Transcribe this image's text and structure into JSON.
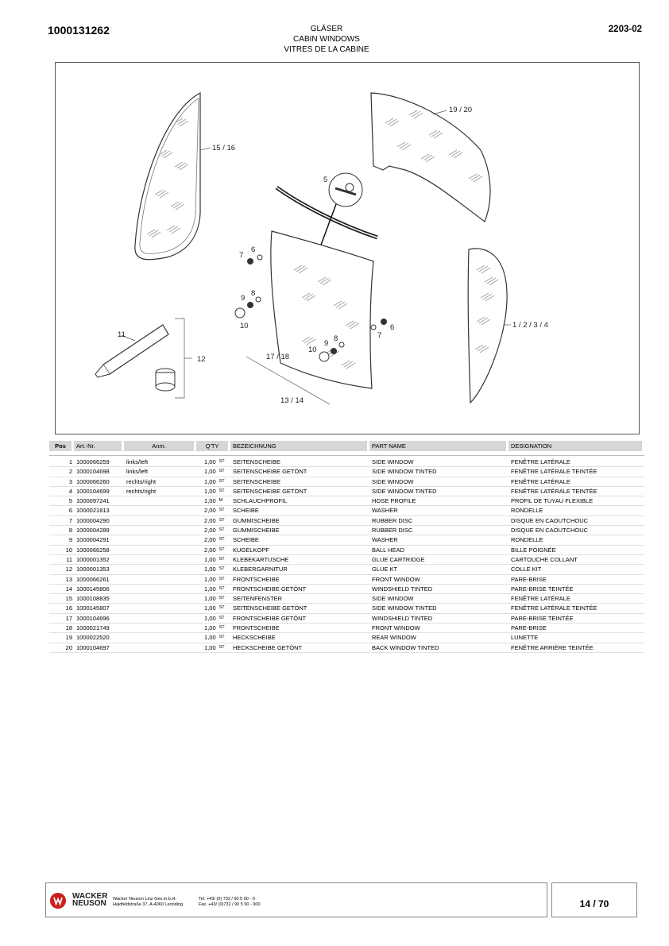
{
  "header": {
    "doc_number": "1000131262",
    "title_de": "GLÄSER",
    "title_en": "CABIN WINDOWS",
    "title_fr": "VITRES DE LA CABINE",
    "version": "2203-02"
  },
  "figure": {
    "callouts": [
      "15 / 16",
      "19 / 20",
      "5",
      "6",
      "7",
      "8",
      "9",
      "10",
      "6",
      "7",
      "8",
      "9",
      "10",
      "11",
      "12",
      "17 / 18",
      "13 / 14",
      "1 / 2 / 3 / 4"
    ]
  },
  "table": {
    "headers": [
      "Pos",
      "Art.-Nr.",
      "Anm.",
      "Q'TY",
      "BEZEICHNUNG",
      "PART NAME",
      "DESIGNATION"
    ],
    "rows": [
      {
        "pos": "1",
        "art": "1000066259",
        "anm": "links/left",
        "qty": "1,00",
        "unit": "ST",
        "de": "SEITENSCHEIBE",
        "en": "SIDE WINDOW",
        "fr": "FENÊTRE LATÉRALE"
      },
      {
        "pos": "2",
        "art": "1000104698",
        "anm": "links/left",
        "qty": "1,00",
        "unit": "ST",
        "de": "SEITENSCHEIBE GETÖNT",
        "en": "SIDE WINDOW  TINTED",
        "fr": "FENÊTRE LATÉRALE  TEINTÉE"
      },
      {
        "pos": "3",
        "art": "1000066260",
        "anm": "rechts/right",
        "qty": "1,00",
        "unit": "ST",
        "de": "SEITENSCHEIBE",
        "en": "SIDE WINDOW",
        "fr": "FENÊTRE LATÉRALE"
      },
      {
        "pos": "4",
        "art": "1000104699",
        "anm": "rechts/right",
        "qty": "1,00",
        "unit": "ST",
        "de": "SEITENSCHEIBE GETÖNT",
        "en": "SIDE WINDOW  TINTED",
        "fr": "FENÊTRE LATÉRALE  TEINTÉE"
      },
      {
        "pos": "5",
        "art": "1000097241",
        "anm": "",
        "qty": "1,00",
        "unit": "M",
        "de": "SCHLAUCHPROFIL",
        "en": "HOSE PROFILE",
        "fr": "PROFIL DE TUYAU FLEXIBLE"
      },
      {
        "pos": "6",
        "art": "1000021813",
        "anm": "",
        "qty": "2,00",
        "unit": "ST",
        "de": "SCHEIBE",
        "en": "WASHER",
        "fr": "RONDELLE"
      },
      {
        "pos": "7",
        "art": "1000004290",
        "anm": "",
        "qty": "2,00",
        "unit": "ST",
        "de": "GUMMISCHEIBE",
        "en": "RUBBER DISC",
        "fr": "DISQUE EN CAOUTCHOUC"
      },
      {
        "pos": "8",
        "art": "1000004289",
        "anm": "",
        "qty": "2,00",
        "unit": "ST",
        "de": "GUMMISCHEIBE",
        "en": "RUBBER DISC",
        "fr": "DISQUE EN CAOUTCHOUC"
      },
      {
        "pos": "9",
        "art": "1000004291",
        "anm": "",
        "qty": "2,00",
        "unit": "ST",
        "de": "SCHEIBE",
        "en": "WASHER",
        "fr": "RONDELLE"
      },
      {
        "pos": "10",
        "art": "1000066258",
        "anm": "",
        "qty": "2,00",
        "unit": "ST",
        "de": "KUGELKOPF",
        "en": "BALL HEAD",
        "fr": "BILLE POIGNÉE"
      },
      {
        "pos": "11",
        "art": "1000001352",
        "anm": "",
        "qty": "1,00",
        "unit": "ST",
        "de": "KLEBEKARTUSCHE",
        "en": "GLUE CARTRIDGE",
        "fr": "CARTOUCHE COLLANT"
      },
      {
        "pos": "12",
        "art": "1000001353",
        "anm": "",
        "qty": "1,00",
        "unit": "ST",
        "de": "KLEBERGARNITUR",
        "en": "GLUE KT",
        "fr": "COLLE KIT"
      },
      {
        "pos": "13",
        "art": "1000066261",
        "anm": "",
        "qty": "1,00",
        "unit": "ST",
        "de": "FRONTSCHEIBE",
        "en": "FRONT WINDOW",
        "fr": "PARE-BRISE"
      },
      {
        "pos": "14",
        "art": "1000145806",
        "anm": "",
        "qty": "1,00",
        "unit": "ST",
        "de": "FRONTSCHEIBE GETÖNT",
        "en": "WINDSHIELD  TINTED",
        "fr": "PARE-BRISE TEINTÉE"
      },
      {
        "pos": "15",
        "art": "1000108835",
        "anm": "",
        "qty": "1,00",
        "unit": "ST",
        "de": "SEITENFENSTER",
        "en": "SIDE WINDOW",
        "fr": "FENÊTRE LATÉRALE"
      },
      {
        "pos": "16",
        "art": "1000145807",
        "anm": "",
        "qty": "1,00",
        "unit": "ST",
        "de": "SEITENSCHEIBE GETÖNT",
        "en": "SIDE WINDOW  TINTED",
        "fr": "FENÊTRE LATÉRALE  TEINTÉE"
      },
      {
        "pos": "17",
        "art": "1000104696",
        "anm": "",
        "qty": "1,00",
        "unit": "ST",
        "de": "FRONTSCHEIBE GETÖNT",
        "en": "WINDSHIELD  TINTED",
        "fr": "PARE-BRISE TEINTÉE"
      },
      {
        "pos": "18",
        "art": "1000021749",
        "anm": "",
        "qty": "1,00",
        "unit": "ST",
        "de": "FRONTSCHEIBE",
        "en": "FRONT WINDOW",
        "fr": "PARE-BRISE"
      },
      {
        "pos": "19",
        "art": "1000022520",
        "anm": "",
        "qty": "1,00",
        "unit": "ST",
        "de": "HECKSCHEIBE",
        "en": "REAR WINDOW",
        "fr": "LUNETTE"
      },
      {
        "pos": "20",
        "art": "1000104697",
        "anm": "",
        "qty": "1,00",
        "unit": "ST",
        "de": "HECKSCHEIBE GETÖNT",
        "en": "BACK WINDOW TINTED",
        "fr": "FENÊTRE ARRIÈRE  TEINTÉE"
      }
    ]
  },
  "footer": {
    "logo_line1": "WACKER",
    "logo_line2": "NEUSON",
    "company": "Wacker Neuson Linz  Ges.m.b.H.",
    "address": "Haidfeldstraße 37, A-4060 Leonding",
    "tel": "Tel. +43/ (0) 732 / 90 5 90 - 0",
    "fax": "Fax. +43/ (0)732 / 90 5 90 - 900",
    "page": "14 / 70",
    "brand_color": "#c8201c"
  }
}
